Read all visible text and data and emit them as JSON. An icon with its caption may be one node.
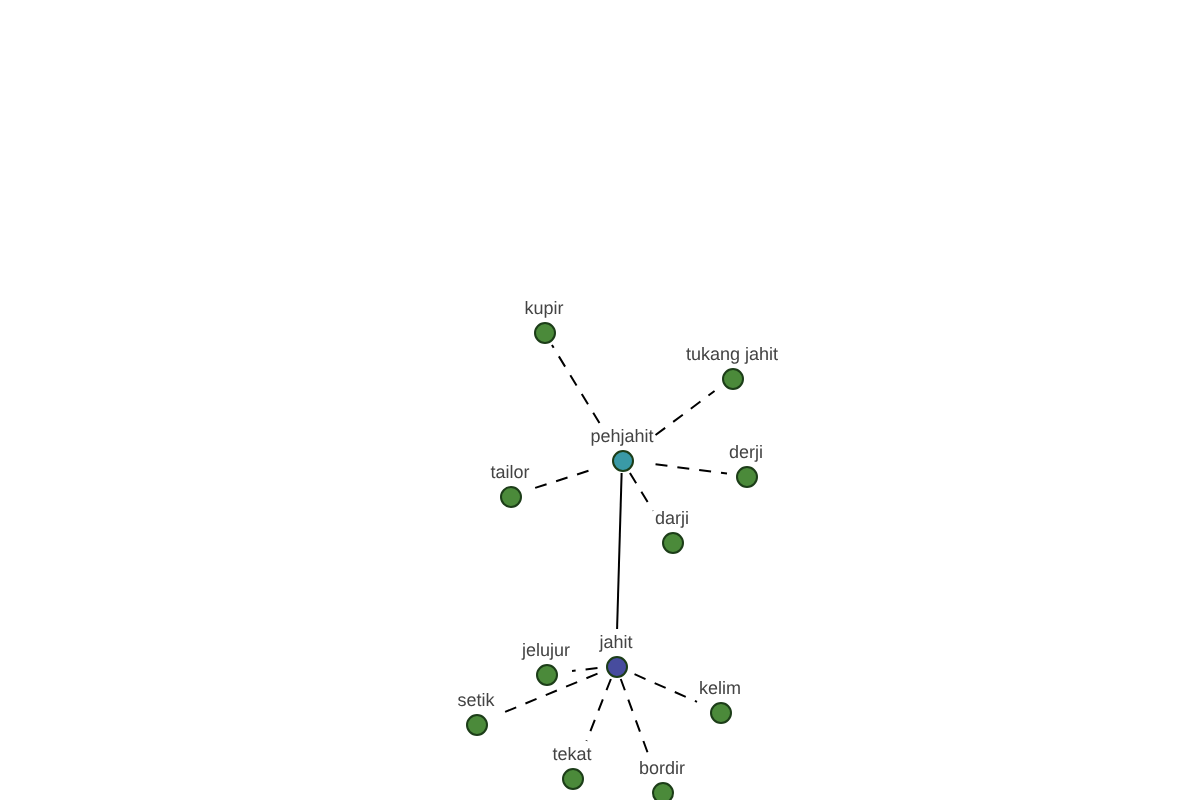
{
  "diagram": {
    "nodes": [
      {
        "text": [
          "kupir"
        ]
      },
      {
        "text": [
          "tukang jahit"
        ]
      },
      {
        "text": [
          "pehjahit"
        ]
      },
      {
        "text": [
          "tailor"
        ]
      },
      {
        "text": [
          "derji"
        ]
      },
      {
        "text": [
          "darji"
        ]
      },
      {
        "text": [
          "jahit"
        ]
      },
      {
        "text": [
          "jelujur"
        ]
      },
      {
        "text": [
          "setik"
        ]
      },
      {
        "text": [
          "kelim"
        ]
      },
      {
        "text": [
          "tekat"
        ]
      },
      {
        "text": [
          "bordir"
        ]
      }
    ],
    "edges": [
      {
        "from": 2,
        "to": 0,
        "arrow": "none",
        "style": "dashed"
      },
      {
        "from": 2,
        "to": 1,
        "arrow": "none",
        "style": "dashed"
      },
      {
        "from": 2,
        "to": 3,
        "arrow": "none",
        "style": "dashed"
      },
      {
        "from": 2,
        "to": 4,
        "arrow": "none",
        "style": "dashed"
      },
      {
        "from": 2,
        "to": 5,
        "arrow": "none",
        "style": "dashed"
      },
      {
        "from": 2,
        "to": 6,
        "arrow": "none"
      },
      {
        "from": 6,
        "to": 7,
        "arrow": "none",
        "style": "dashed"
      },
      {
        "from": 6,
        "to": 8,
        "arrow": "none",
        "style": "dashed"
      },
      {
        "from": 6,
        "to": 9,
        "arrow": "none",
        "style": "dashed"
      },
      {
        "from": 6,
        "to": 10,
        "arrow": "none",
        "style": "dashed"
      },
      {
        "from": 6,
        "to": 11,
        "arrow": "none",
        "style": "dashed"
      }
    ]
  }
}
